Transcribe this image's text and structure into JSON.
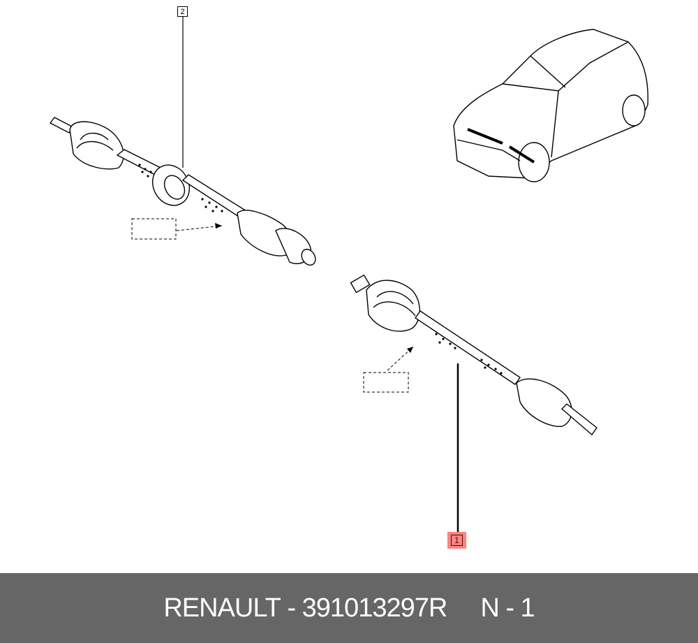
{
  "diagram": {
    "callouts": [
      {
        "number": "2",
        "highlighted": false
      },
      {
        "number": "1",
        "highlighted": true,
        "highlight_color": "#f98585"
      }
    ]
  },
  "footer": {
    "brand": "RENAULT",
    "separator": "-",
    "part_number": "391013297R",
    "position": "N - 1",
    "background": "#666666"
  }
}
